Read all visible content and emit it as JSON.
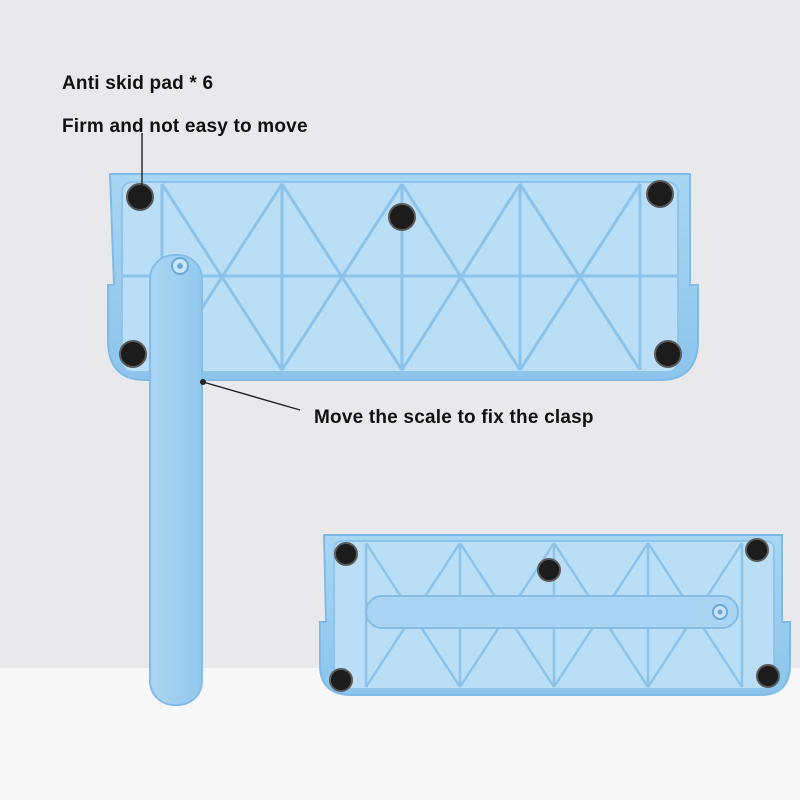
{
  "annotations": {
    "pads": "Anti skid pad * 6",
    "firm": "Firm and not easy to move",
    "scale": "Move the scale to fix the clasp"
  },
  "colors": {
    "background": "#e9e9eb",
    "tray_blue": "#9ccff0",
    "tray_edge": "#7fbbe6",
    "rib_blue": "#c7e3f7",
    "pad": "#1c1c1c",
    "text": "#111111"
  },
  "icons": {
    "pad": "anti-skid-pad-icon",
    "rivet": "rivet-icon"
  }
}
